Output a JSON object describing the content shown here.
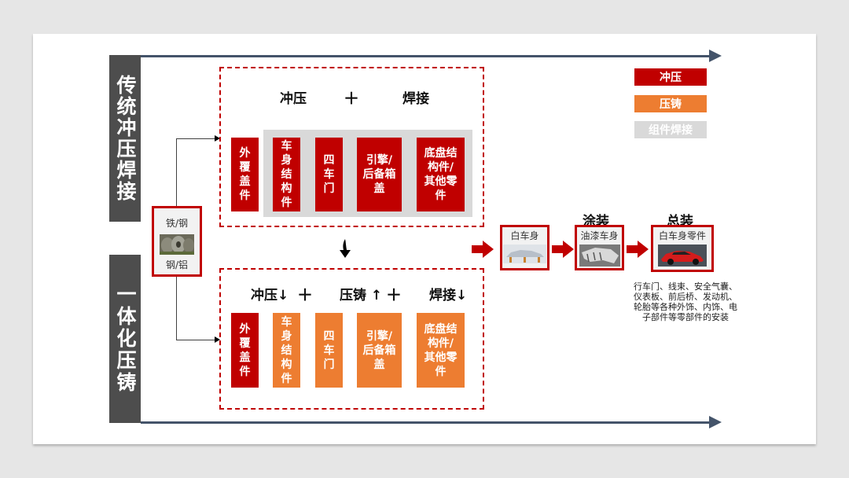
{
  "lanes": {
    "traditional": "传统冲压焊接",
    "integrated": "一体化压铸"
  },
  "material": {
    "top_label": "铁/钢",
    "bottom_label": "钢/铝",
    "image_icon": "steel-coil-photo"
  },
  "traditional_box": {
    "title_left": "冲压",
    "plus": "＋",
    "title_right": "焊接",
    "parts": [
      {
        "label": "外覆盖件",
        "process": "冲压"
      },
      {
        "label": "车身结构件",
        "process": "冲压"
      },
      {
        "label": "四车门",
        "process": "冲压"
      },
      {
        "label": "引擎/后备箱盖",
        "process": "冲压"
      },
      {
        "label": "底盘结构件/其他零件",
        "process": "冲压"
      }
    ],
    "group_note": "组件焊接"
  },
  "integrated_box": {
    "title_1": "冲压↓",
    "plus_1": "＋",
    "title_2": "压铸 ↑",
    "plus_2": "＋",
    "title_3": "焊接↓",
    "parts": [
      {
        "label": "外覆盖件",
        "process": "冲压"
      },
      {
        "label": "车身结构件",
        "process": "压铸"
      },
      {
        "label": "四车门",
        "process": "压铸"
      },
      {
        "label": "引擎/后备箱盖",
        "process": "压铸"
      },
      {
        "label": "底盘结构件/其他零件",
        "process": "压铸"
      }
    ]
  },
  "legend": [
    {
      "label": "冲压",
      "color": "#c00000"
    },
    {
      "label": "压铸",
      "color": "#ed7d31"
    },
    {
      "label": "组件焊接",
      "color": "#d9d9d9"
    }
  ],
  "flow": {
    "body_in_white": "白车身",
    "painting_title": "涂装",
    "painted_body": "油漆车身",
    "assembly_title": "总装",
    "assembled": "白车身零件",
    "assembly_note": "行车门、线束、安全气囊、仪表板、前后桥、发动机、轮胎等各种外饰、内饰、电子部件等零部件的安装"
  },
  "colors": {
    "stamping": "#c00000",
    "die_casting": "#ed7d31",
    "welding": "#d9d9d9",
    "axis": "#44546a",
    "lane_label": "#4d4d4d"
  }
}
